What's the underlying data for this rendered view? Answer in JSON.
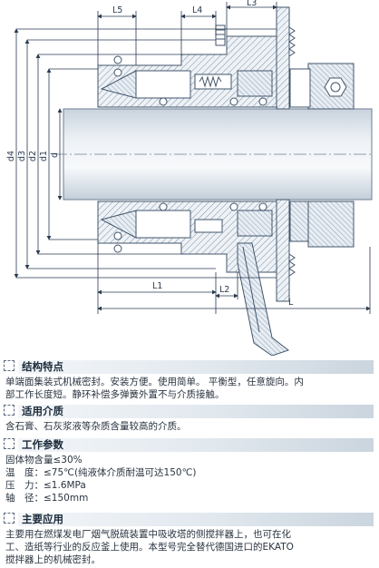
{
  "dimensions": {
    "L5": "L5",
    "L4": "L4",
    "L3": "L3",
    "d4": "d4",
    "d3": "d3",
    "d2": "d2",
    "d1": "d1",
    "d": "d",
    "L1": "L1",
    "L2": "L2",
    "L": "L"
  },
  "sections": [
    {
      "title": "结构特点",
      "lines": [
        "单端面集装式机械密封。安装方便。使用简单。 平衡型，任意旋向。内",
        "部工作长度短。静环补偿多弹簧外置不与介质接触。"
      ]
    },
    {
      "title": "适用介质",
      "lines": [
        "含石膏、石灰浆液等杂质含量较高的介质。"
      ]
    },
    {
      "title": "工作参数",
      "params": [
        {
          "label": "固体物含量",
          "value": "≤30%"
        },
        {
          "label": "温　度",
          "value": "≤75℃(纯液体介质耐温可达150℃)"
        },
        {
          "label": "压　力",
          "value": "≤1.6MPa"
        },
        {
          "label": "轴　径",
          "value": "≤150mm"
        }
      ]
    },
    {
      "title": "主要应用",
      "lines": [
        "主要用在燃煤发电厂烟气脱硫装置中吸收塔的侧搅拌器上，也可在化",
        "工、造纸等行业的反应釜上使用。本型号完全替代德国进口的EKATO",
        "搅拌器上的机械密封。"
      ]
    }
  ]
}
